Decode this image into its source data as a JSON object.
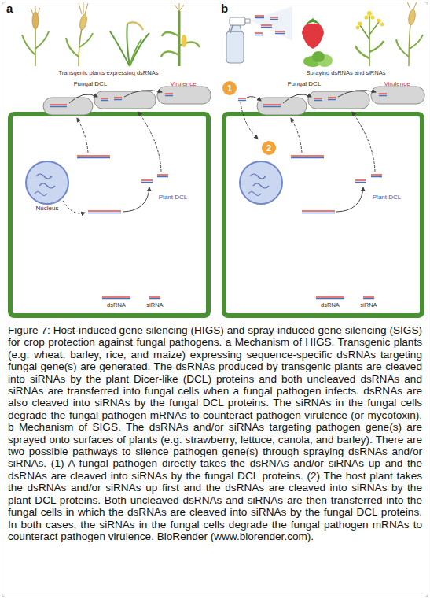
{
  "diagram": {
    "caption": "Figure 7: Host-induced gene silencing (HIGS) and spray-induced gene silencing (SIGS) for crop protection against fungal pathogens. a Mechanism of HIGS. Transgenic plants (e.g. wheat, barley, rice, and maize) expressing sequence-specific dsRNAs targeting fungal gene(s) are generated. The dsRNAs produced by transgenic plants are cleaved into siRNAs by the plant Dicer-like (DCL) proteins and both uncleaved dsRNAs and siRNAs are transferred into fungal cells when a fungal pathogen infects. dsRNAs are also cleaved into siRNAs by the fungal DCL proteins. The siRNAs in the fungal cells degrade the fungal pathogen mRNAs to counteract pathogen virulence (or mycotoxin). b Mechanism of SIGS. The dsRNAs and/or siRNAs targeting pathogen gene(s) are sprayed onto surfaces of plants (e.g. strawberry, lettuce, canola, and barley). There are two possible pathways to silence pathogen gene(s) through spraying dsRNAs and/or siRNAs. (1) A fungal pathogen directly takes the dsRNAs and/or siRNAs up and the dsRNAs are cleaved into siRNAs by the fungal DCL proteins. (2) The host plant takes the dsRNAs and/or siRNAs up first and the dsRNAs are cleaved into siRNAs by the plant DCL proteins. Both uncleaved dsRNAs and siRNAs are then transferred into the fungal cells in which the dsRNAs are cleaved into siRNAs by the fungal DCL proteins. In both cases, the siRNAs in the fungal cells degrade the fungal pathogen mRNAs to counteract pathogen virulence. BioRender (www.biorender.com).",
    "nodes": [
      {
        "text": [
          "Plant DCL"
        ]
      },
      {
        "text": [
          "Nucleus"
        ],
        "in": 0
      },
      {
        "text": [
          "Fungal DCL",
          "Virulence"
        ]
      },
      {
        "text": [
          "Plant DCL"
        ]
      },
      {
        "text": [
          "Fungal DCL",
          "Virulence"
        ]
      }
    ],
    "labels": [
      "a",
      "Transgenic plants expressing dsRNAs",
      "dsRNA",
      "siRNA",
      "b",
      "Spraying dsRNAs and siRNAs",
      "1",
      "2",
      "dsRNA",
      "siRNA"
    ]
  }
}
